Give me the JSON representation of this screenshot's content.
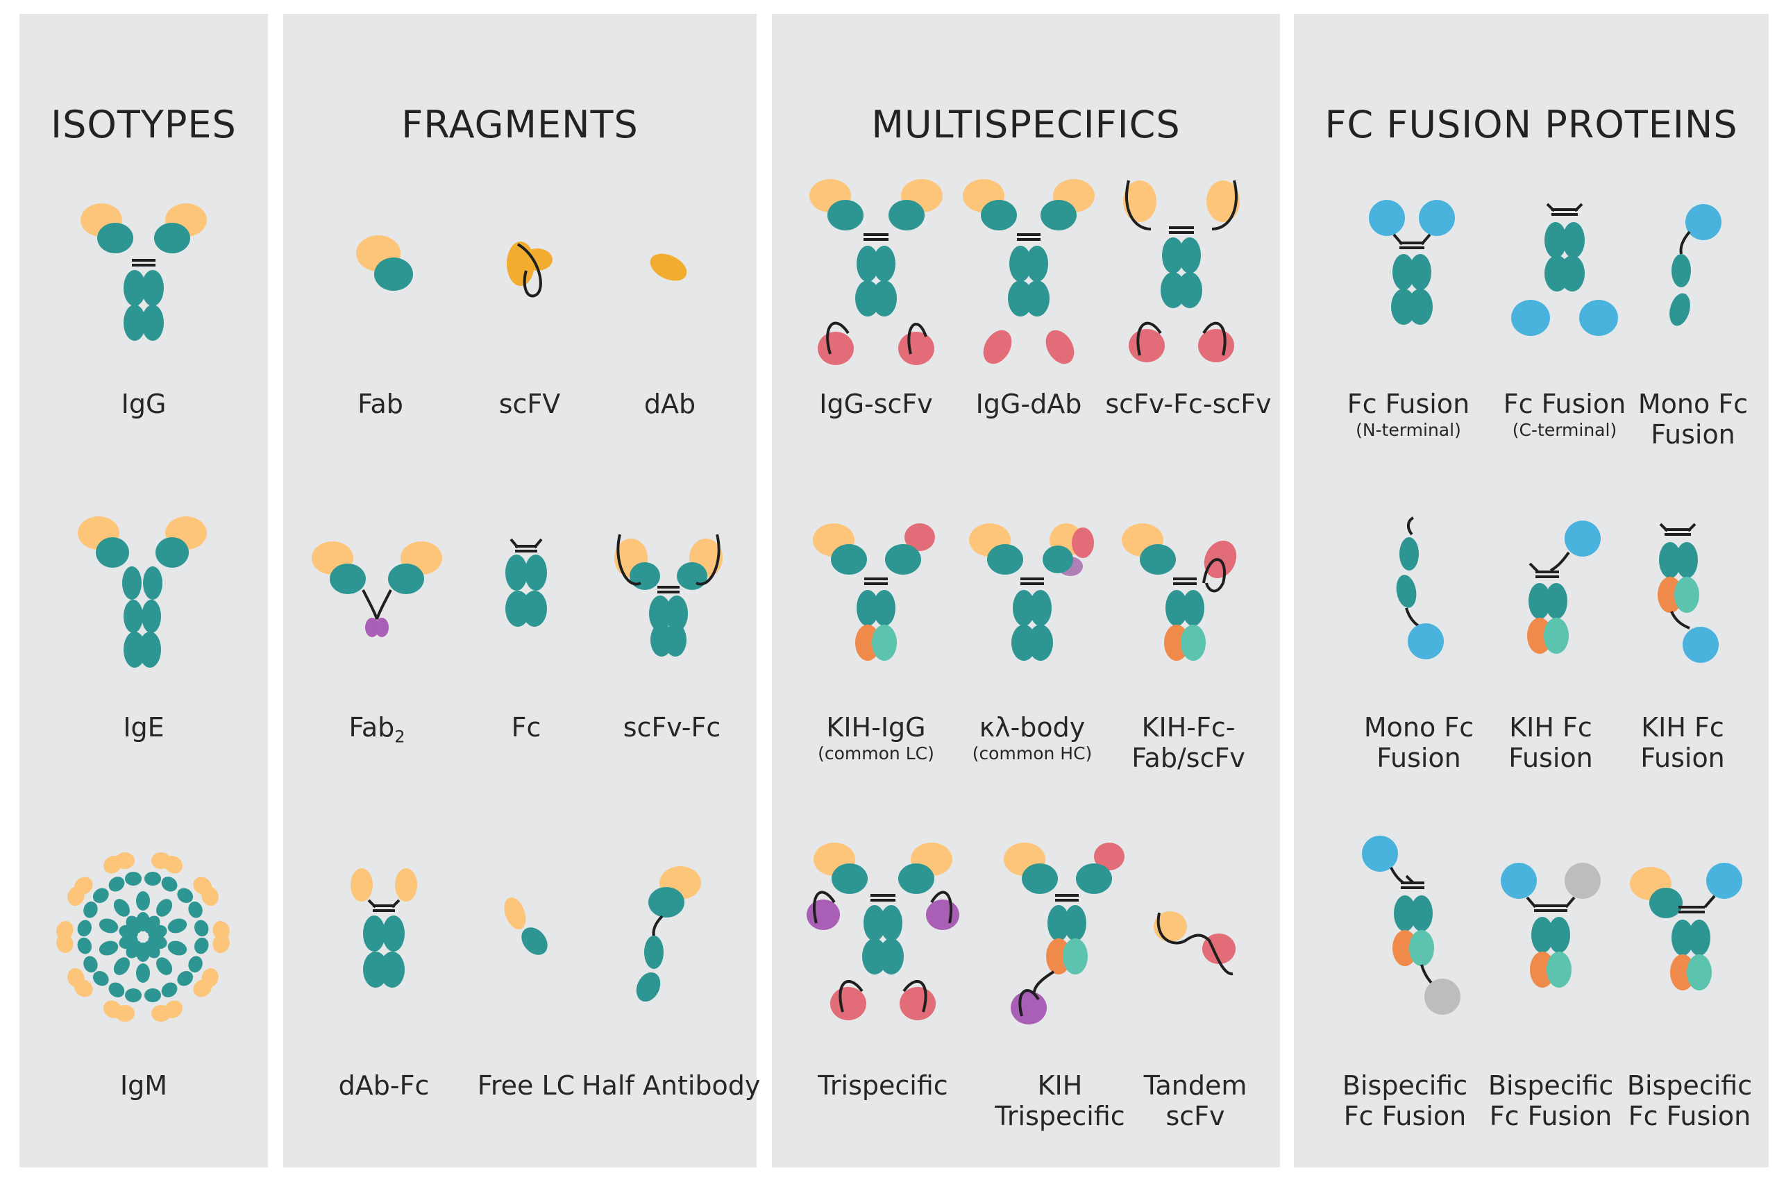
{
  "colors": {
    "panel_bg": "#e6e7e8",
    "teal": "#2e9692",
    "orange_light": "#fdc57a",
    "orange_gold": "#f2ac30",
    "red": "#e26d78",
    "purple": "#a85fb5",
    "blue": "#4ab3dd",
    "gray": "#bdbdbd",
    "coral": "#f08a4b",
    "mint": "#5cc4ae",
    "linker": "#1f1f1f"
  },
  "panels": [
    {
      "title": "ISOTYPES",
      "items": [
        {
          "label": "IgG",
          "icon": "igg-icon"
        },
        {
          "label": "IgE",
          "icon": "ige-icon"
        },
        {
          "label": "IgM",
          "icon": "igm-icon"
        }
      ]
    },
    {
      "title": "FRAGMENTS",
      "items": [
        {
          "label": "Fab",
          "icon": "fab-icon"
        },
        {
          "label": "scFV",
          "icon": "scfv-icon"
        },
        {
          "label": "dAb",
          "icon": "dab-icon"
        },
        {
          "label": "Fab",
          "label_sub": "2",
          "icon": "fab2-icon"
        },
        {
          "label": "Fc",
          "icon": "fc-icon"
        },
        {
          "label": "scFv-Fc",
          "icon": "scfv-fc-icon"
        },
        {
          "label": "dAb-Fc",
          "icon": "dab-fc-icon"
        },
        {
          "label": "Free LC",
          "icon": "free-lc-icon"
        },
        {
          "label": "Half Antibody",
          "icon": "half-antibody-icon"
        }
      ]
    },
    {
      "title": "MULTISPECIFICS",
      "items": [
        {
          "label": "IgG-scFv",
          "icon": "igg-scfv-icon"
        },
        {
          "label": "IgG-dAb",
          "icon": "igg-dab-icon"
        },
        {
          "label": "scFv-Fc-scFv",
          "icon": "scfv-fc-scfv-icon"
        },
        {
          "label": "KIH-IgG",
          "note": "(common LC)",
          "icon": "kih-igg-icon"
        },
        {
          "label": "κλ-body",
          "note": "(common HC)",
          "icon": "kappa-lambda-body-icon"
        },
        {
          "label": "KIH-Fc-",
          "label2": "Fab/scFv",
          "icon": "kih-fc-fab-scfv-icon"
        },
        {
          "label": "Trispecific",
          "icon": "trispecific-icon"
        },
        {
          "label": "KIH",
          "label2": "Trispecific",
          "icon": "kih-trispecific-icon"
        },
        {
          "label": "Tandem",
          "label2": "scFv",
          "icon": "tandem-scfv-icon"
        }
      ]
    },
    {
      "title": "FC FUSION PROTEINS",
      "items": [
        {
          "label": "Fc Fusion",
          "note": "(N-terminal)",
          "icon": "fc-fusion-n-icon"
        },
        {
          "label": "Fc Fusion",
          "note": "(C-terminal)",
          "icon": "fc-fusion-c-icon"
        },
        {
          "label": "Mono Fc",
          "label2": "Fusion",
          "icon": "mono-fc-fusion-icon"
        },
        {
          "label": "Mono Fc",
          "label2": "Fusion",
          "icon": "mono-fc-fusion-c-icon"
        },
        {
          "label": "KIH Fc",
          "label2": "Fusion",
          "icon": "kih-fc-fusion-icon"
        },
        {
          "label": "KIH Fc",
          "label2": "Fusion",
          "icon": "kih-fc-fusion-c-icon"
        },
        {
          "label": "Bispecific",
          "label2": "Fc Fusion",
          "icon": "bispecific-fc-fusion-1-icon"
        },
        {
          "label": "Bispecific",
          "label2": "Fc Fusion",
          "icon": "bispecific-fc-fusion-2-icon"
        },
        {
          "label": "Bispecific",
          "label2": "Fc Fusion",
          "icon": "bispecific-fc-fusion-3-icon"
        }
      ]
    }
  ]
}
